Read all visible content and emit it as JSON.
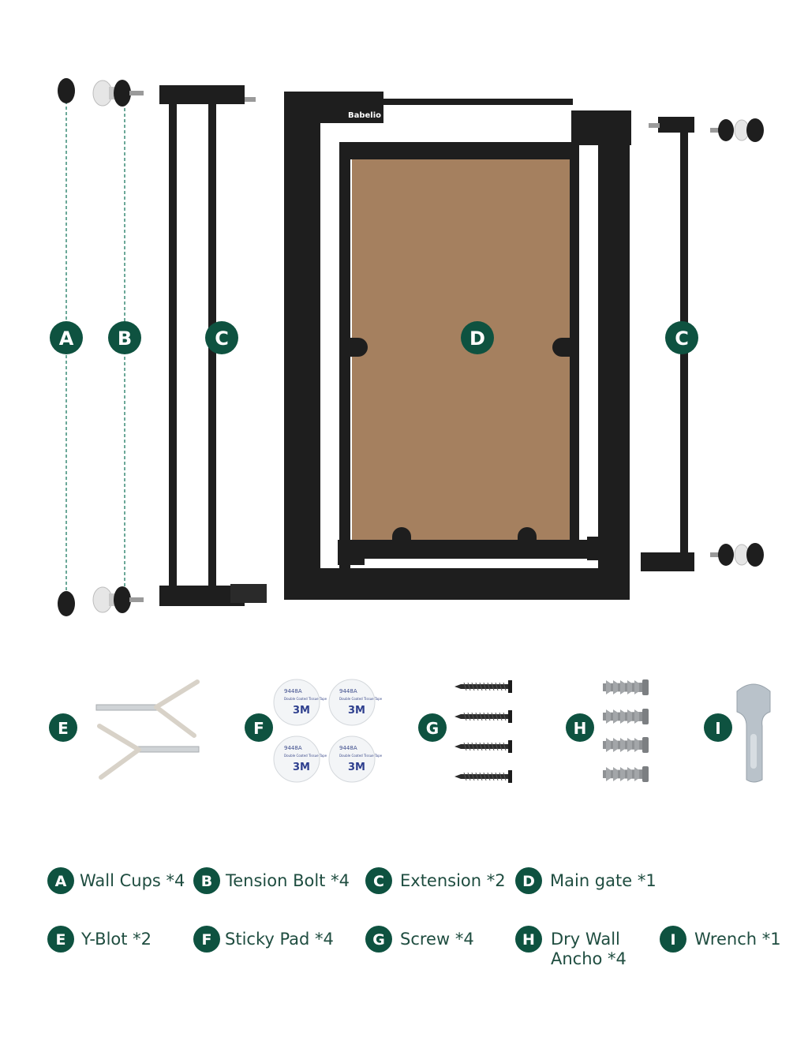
{
  "brand_mark": "Babelio",
  "colors": {
    "badge": "#0e5240",
    "legend_text": "#1f4d40",
    "gate_frame": "#1e1e1e",
    "gate_panel": "#a5805f"
  },
  "diagram_badges": {
    "A": "A",
    "B": "B",
    "C_left": "C",
    "D": "D",
    "C_right": "C",
    "E": "E",
    "F": "F",
    "G": "G",
    "H": "H",
    "I": "I"
  },
  "tape_label": {
    "code": "9448A",
    "brand": "3M",
    "desc": "Double Coated Tissue Tape"
  },
  "legend": [
    {
      "letter": "A",
      "label": "Wall Cups *4"
    },
    {
      "letter": "B",
      "label": "Tension Bolt *4"
    },
    {
      "letter": "C",
      "label": "Extension *2"
    },
    {
      "letter": "D",
      "label": "Main gate *1"
    },
    {
      "letter": "E",
      "label": "Y-Blot *2"
    },
    {
      "letter": "F",
      "label": "Sticky Pad *4"
    },
    {
      "letter": "G",
      "label": "Screw *4"
    },
    {
      "letter": "H",
      "label": "Dry Wall",
      "label2": "Ancho *4"
    },
    {
      "letter": "I",
      "label": "Wrench *1"
    }
  ]
}
